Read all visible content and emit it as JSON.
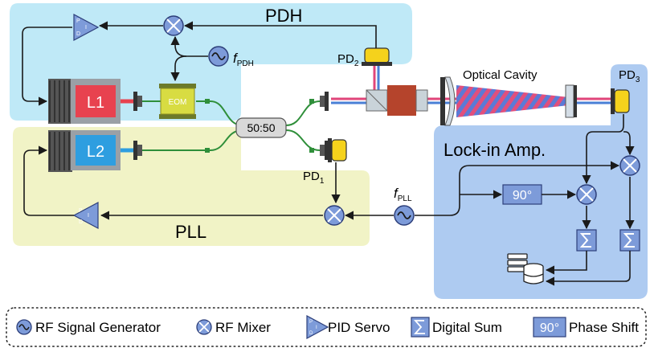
{
  "regions": {
    "pdh": "PDH",
    "pll": "PLL",
    "lockin": "Lock-in Amp."
  },
  "lasers": {
    "l1": "L1",
    "l2": "L2"
  },
  "components": {
    "eom": "EOM",
    "splitter": "50:50",
    "cavity": "Optical Cavity",
    "phase_shift": "90°"
  },
  "pid_letters": {
    "p": "P",
    "i": "I",
    "d": "D"
  },
  "photodiodes": {
    "pd1": {
      "base": "PD",
      "sub": "1"
    },
    "pd2": {
      "base": "PD",
      "sub": "2"
    },
    "pd3": {
      "base": "PD",
      "sub": "3"
    }
  },
  "generators": {
    "pdh": {
      "f": "f",
      "sub": "PDH"
    },
    "pll": {
      "f": "f",
      "sub": "PLL"
    }
  },
  "legend": {
    "rf_signal_generator": "RF Signal Generator",
    "rf_mixer": "RF Mixer",
    "pid_servo": "PID Servo",
    "digital_sum": "Digital Sum",
    "phase_shift_badge": "90°",
    "phase_shift": "Phase Shift"
  },
  "colors": {
    "pdh_bg": "#bfe9f7",
    "pll_bg": "#f1f3c6",
    "lockin_bg": "#aecbf1",
    "laser_red": "#e8424f",
    "laser_blue": "#2e9ee0",
    "fiber_green": "#2f8f3a",
    "symbol_blue": "#7d9bd9",
    "pd_yellow": "#f5d21c",
    "eom_yellow": "#d8dc42",
    "cavity_block": "#b5442c",
    "beam_red": "#e0457a",
    "beam_blue": "#4a7fd6"
  }
}
